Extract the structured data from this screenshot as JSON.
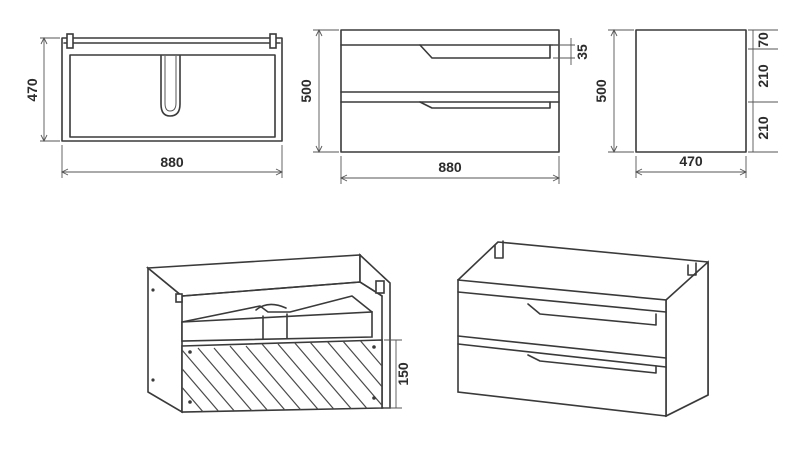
{
  "dimensions": {
    "top_view": {
      "depth": "470",
      "width": "880"
    },
    "front_view": {
      "height": "500",
      "width": "880",
      "handle_gap": "35"
    },
    "side_view": {
      "height": "500",
      "depth": "470",
      "top_section": "70",
      "middle_section": "210",
      "bottom_section": "210"
    },
    "open_drawer_view": {
      "drawer_height": "150"
    }
  },
  "colors": {
    "line": "#3a3a3a",
    "dimension": "#555555",
    "background": "#ffffff"
  }
}
